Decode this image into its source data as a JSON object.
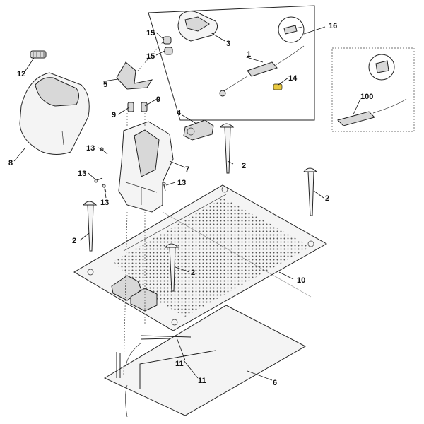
{
  "labels": {
    "l1": "1",
    "l2a": "2",
    "l2b": "2",
    "l2c": "2",
    "l2d": "2",
    "l3": "3",
    "l4": "4",
    "l5": "5",
    "l6": "6",
    "l7": "7",
    "l8": "8",
    "l9a": "9",
    "l9b": "9",
    "l10": "10",
    "l11a": "11",
    "l11b": "11",
    "l12": "12",
    "l13a": "13",
    "l13b": "13",
    "l13c": "13",
    "l13d": "13",
    "l14": "14",
    "l15a": "15",
    "l15b": "15",
    "l16": "16",
    "l100": "100"
  },
  "colors": {
    "line": "#222222",
    "fill_light": "#f4f4f4",
    "fill_dark": "#d8d8d8",
    "label_14_badge": "#e8c840"
  }
}
